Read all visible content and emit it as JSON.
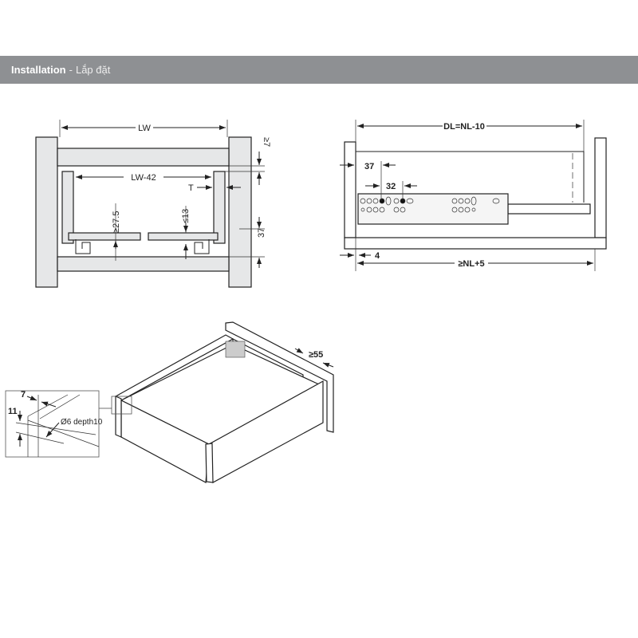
{
  "header": {
    "title": "Installation",
    "separator": "-",
    "subtitle": "Lắp đặt"
  },
  "front_view": {
    "lw": "LW",
    "lw42": "LW-42",
    "t": "T",
    "min7": "≥7",
    "min27_5": "≥27.5",
    "max13": "≤13",
    "d37": "37"
  },
  "side_view": {
    "dl": "DL=NL-10",
    "d37": "37",
    "d32": "32",
    "d4": "4",
    "nl5": "≥NL+5"
  },
  "iso_view": {
    "min55": "≥55",
    "d7": "7",
    "d11": "11",
    "hole": "Ø6 depth10"
  }
}
